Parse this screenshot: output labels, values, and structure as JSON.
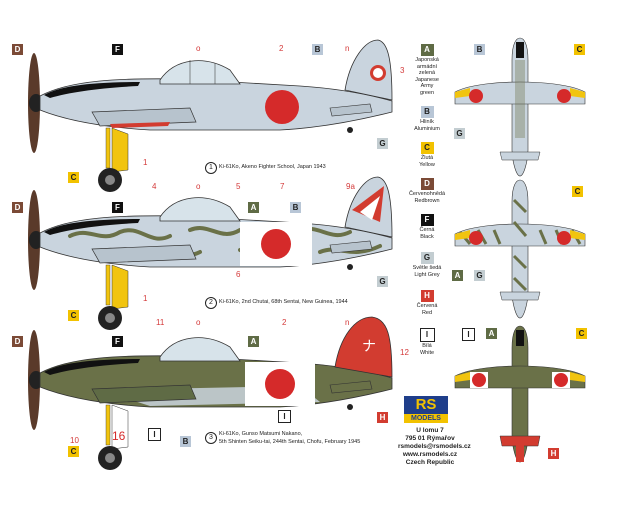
{
  "profiles": [
    {
      "caption_num": "1",
      "caption": "Ki-61Ko, Akeno Fighter School, Japan 1943"
    },
    {
      "caption_num": "2",
      "caption": "Ki-61Ko, 2nd Chutai, 68th Sentai, New Guinea, 1944"
    },
    {
      "caption_num": "3",
      "caption_l1": "Ki-61Ko, Gunso Matsumi Nakano,",
      "caption_l2": "5th Shinten Seiku-tai, 244th Sentai, Chofu, February 1945"
    }
  ],
  "legend": [
    {
      "letter": "A",
      "color": "#5f6b45",
      "text_color": "#fff",
      "l1": "Japonská",
      "l2": "armádní",
      "l3": "zelená",
      "l4": "Japanese",
      "l5": "Army",
      "l6": "green"
    },
    {
      "letter": "B",
      "color": "#b8c6d6",
      "text_color": "#222",
      "l1": "Hliník",
      "l2": "Aluminium"
    },
    {
      "letter": "C",
      "color": "#f2c200",
      "text_color": "#222",
      "l1": "Žlutá",
      "l2": "Yellow"
    },
    {
      "letter": "D",
      "color": "#7b4a36",
      "text_color": "#fff",
      "l1": "Červenohnědá",
      "l2": "Redbrown"
    },
    {
      "letter": "F",
      "color": "#111111",
      "text_color": "#fff",
      "l1": "Černá",
      "l2": "Black"
    },
    {
      "letter": "G",
      "color": "#c3cdd1",
      "text_color": "#222",
      "l1": "Světle šedá",
      "l2": "Light Grey"
    },
    {
      "letter": "H",
      "color": "#d23c30",
      "text_color": "#fff",
      "l1": "Červená",
      "l2": "Red"
    },
    {
      "letter": "I",
      "color": "#ffffff",
      "text_color": "#222",
      "l1": "Bílá",
      "l2": "White"
    }
  ],
  "brand": {
    "logo_text": "RS",
    "logo_sub": "MODELS"
  },
  "address": {
    "l1": "U lomu 7",
    "l2": "795 01 Rýmařov",
    "l3": "rsmodels@rsmodels.cz",
    "l4": "www.rsmodels.cz",
    "l5": "Czech Republic"
  },
  "tail_markings": {
    "p3_kana": "ナ",
    "p3_wheel": "16"
  },
  "colors": {
    "aluminium": "#c9d4de",
    "green": "#6a7148",
    "red": "#d23c30",
    "hinomaru": "#d52a2a",
    "brown": "#6b3f2c",
    "yellow": "#f1c40f",
    "black": "#111111"
  }
}
